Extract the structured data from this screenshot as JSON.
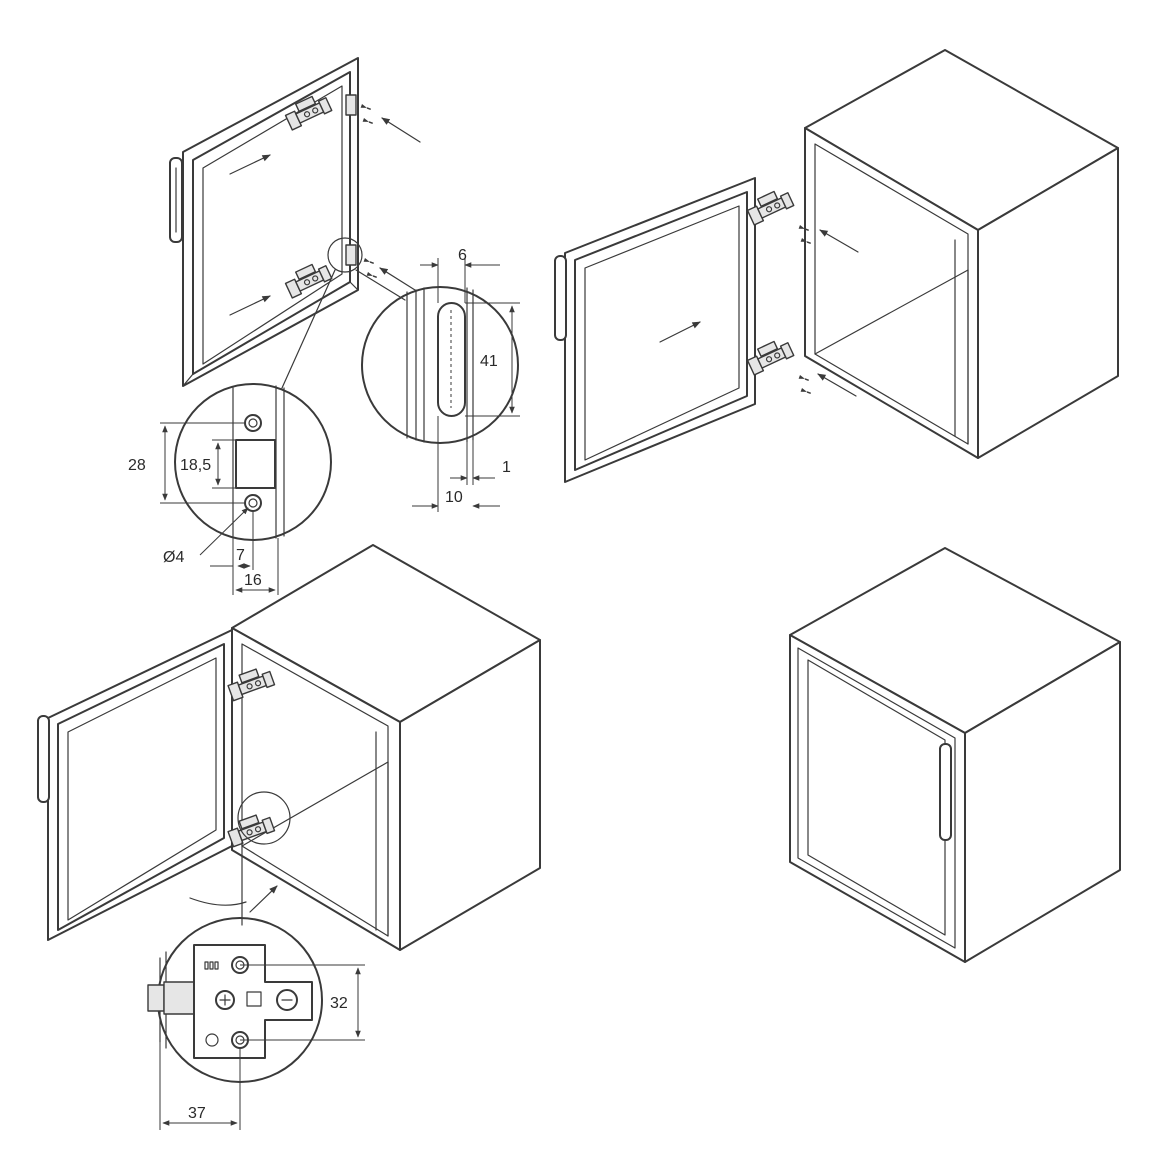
{
  "dimensions": {
    "d28": "28",
    "d18_5": "18,5",
    "d4": "Ø4",
    "d7": "7",
    "d16": "16",
    "d6": "6",
    "d41": "41",
    "d1": "1",
    "d10": "10",
    "d32": "32",
    "d37": "37"
  },
  "colors": {
    "line": "#3a3a3a",
    "background": "#ffffff"
  }
}
